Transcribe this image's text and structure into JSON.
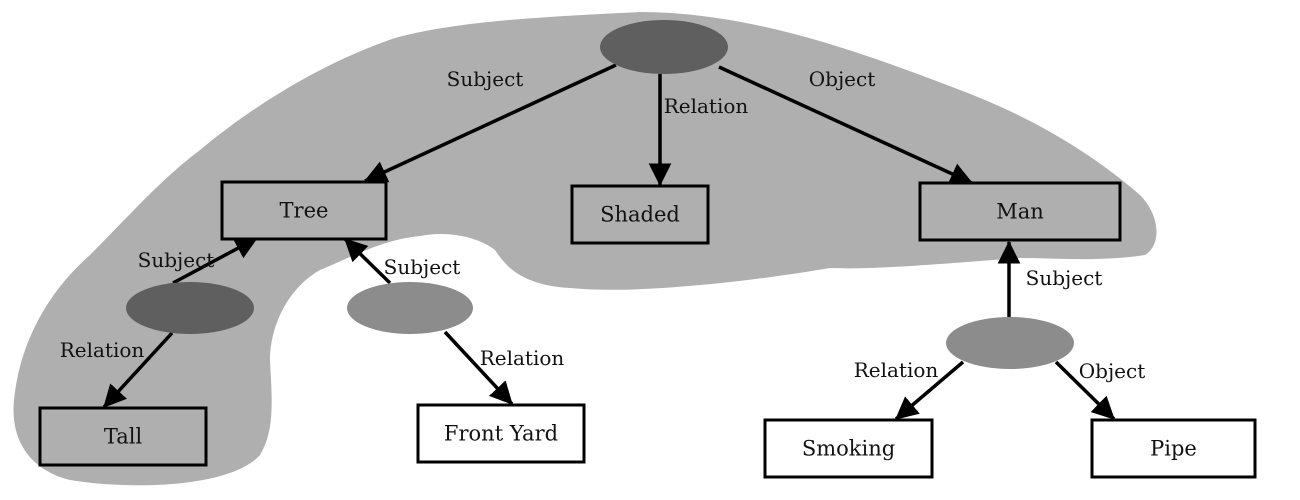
{
  "colors": {
    "region": "#afafaf",
    "box_fill_in_region": "#afafaf",
    "box_fill_outside": "#ffffff",
    "ellipse_dark": "#5f5f5f",
    "ellipse_light": "#8c8c8c",
    "stroke": "#000000"
  },
  "nodes": {
    "tree": {
      "label": "Tree",
      "shaded": true
    },
    "shaded": {
      "label": "Shaded",
      "shaded": true
    },
    "man": {
      "label": "Man",
      "shaded": true
    },
    "tall": {
      "label": "Tall",
      "shaded": true
    },
    "front_yard": {
      "label": "Front Yard",
      "shaded": false
    },
    "smoking": {
      "label": "Smoking",
      "shaded": false
    },
    "pipe": {
      "label": "Pipe",
      "shaded": false
    },
    "rel_top": {
      "type": "relation",
      "tone": "dark"
    },
    "rel_tree_tall": {
      "type": "relation",
      "tone": "dark"
    },
    "rel_tree_yard": {
      "type": "relation",
      "tone": "light"
    },
    "rel_man": {
      "type": "relation",
      "tone": "light"
    }
  },
  "edges": [
    {
      "from": "rel_top",
      "to": "tree",
      "label": "Subject"
    },
    {
      "from": "rel_top",
      "to": "shaded",
      "label": "Relation"
    },
    {
      "from": "rel_top",
      "to": "man",
      "label": "Object"
    },
    {
      "from": "rel_tree_tall",
      "to": "tree",
      "label": "Subject"
    },
    {
      "from": "rel_tree_tall",
      "to": "tall",
      "label": "Relation"
    },
    {
      "from": "rel_tree_yard",
      "to": "tree",
      "label": "Subject"
    },
    {
      "from": "rel_tree_yard",
      "to": "front_yard",
      "label": "Relation"
    },
    {
      "from": "rel_man",
      "to": "man",
      "label": "Subject"
    },
    {
      "from": "rel_man",
      "to": "smoking",
      "label": "Relation"
    },
    {
      "from": "rel_man",
      "to": "pipe",
      "label": "Object"
    }
  ]
}
